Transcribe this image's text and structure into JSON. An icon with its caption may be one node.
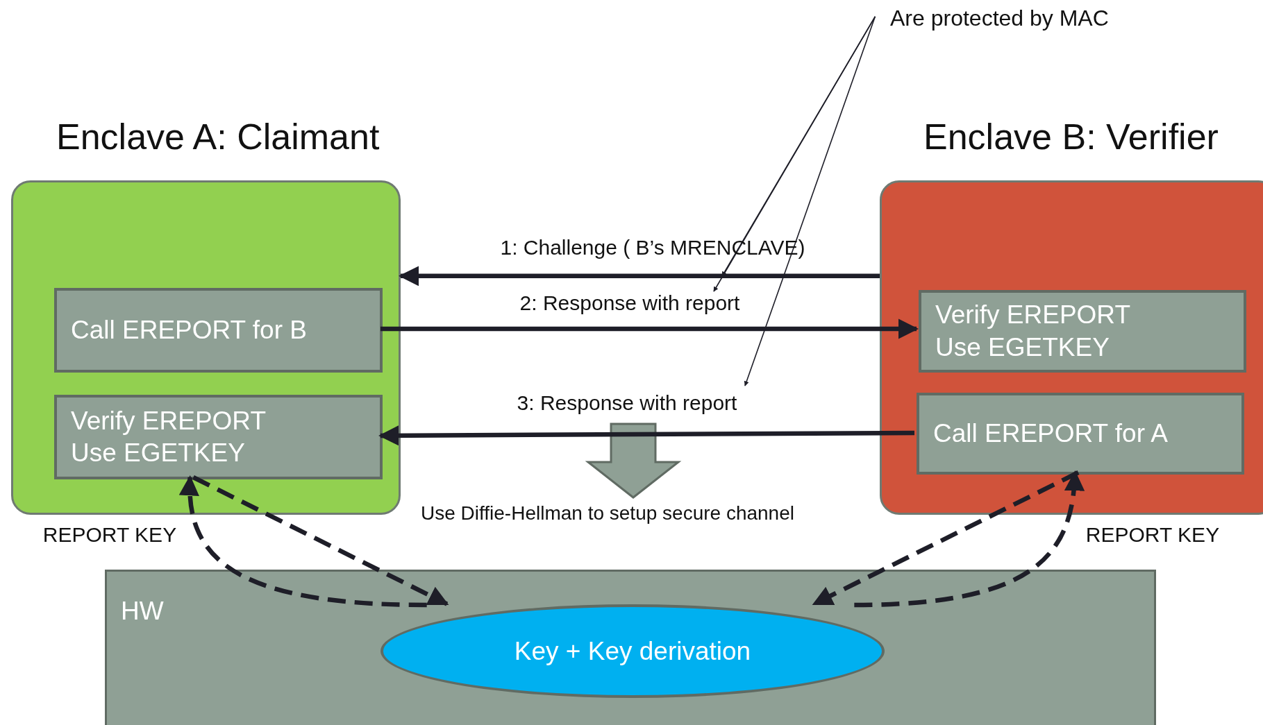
{
  "diagram": {
    "nodes": [
      {
        "text": [
          "Enclave A: Claimant"
        ]
      },
      {
        "text": [
          "Call EREPORT for B"
        ],
        "in": 0
      },
      {
        "text": [
          "Verify EREPORT",
          "Use EGETKEY"
        ],
        "in": 0
      },
      {
        "text": [
          "Enclave B: Verifier"
        ]
      },
      {
        "text": [
          "Verify EREPORT",
          "Use EGETKEY"
        ],
        "in": 3
      },
      {
        "text": [
          "Call EREPORT for A"
        ],
        "in": 3
      },
      {
        "text": [
          "HW"
        ]
      },
      {
        "text": [
          "Key + Key derivation"
        ],
        "in": 6
      },
      {
        "text": [
          "Are protected by MAC"
        ]
      }
    ],
    "edges": [
      {
        "from": 3,
        "to": 0,
        "arrow": "to",
        "label": "1: Challenge ( B’s MRENCLAVE)"
      },
      {
        "from": 1,
        "to": 4,
        "arrow": "to",
        "label": "2: Response with report"
      },
      {
        "from": 5,
        "to": 2,
        "arrow": "to",
        "label": "3: Response with report"
      },
      {
        "from": 2,
        "to": 7,
        "arrow": "to",
        "style": "dashed"
      },
      {
        "from": 7,
        "to": 2,
        "arrow": "to",
        "style": "dashed",
        "label": "REPORT KEY"
      },
      {
        "from": 5,
        "to": 7,
        "arrow": "to",
        "style": "dashed"
      },
      {
        "from": 7,
        "to": 5,
        "arrow": "to",
        "style": "dashed",
        "label": "REPORT KEY"
      },
      {
        "from": 8,
        "to": null,
        "arrow": "to"
      },
      {
        "from": 8,
        "to": null,
        "arrow": "to"
      },
      {
        "from": 8,
        "to": null,
        "arrow": "to"
      }
    ],
    "labels": [
      "Use Diffie-Hellman to setup secure channel"
    ]
  }
}
